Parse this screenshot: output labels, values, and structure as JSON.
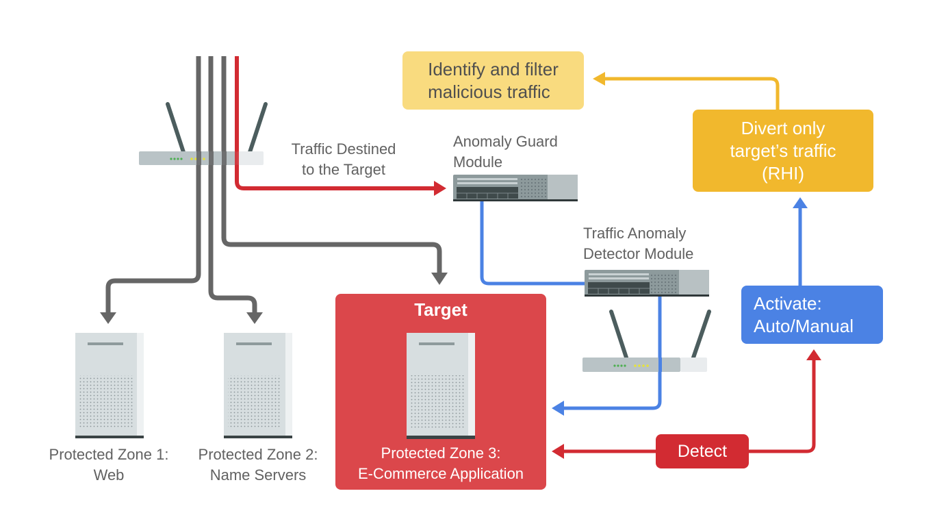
{
  "diagram": {
    "colors": {
      "wire_gray": "#666666",
      "attack_red": "#d22b32",
      "clean_blue": "#4b82e4",
      "divert_yellow": "#f1b82d",
      "filter_yellow": "#f9db7f",
      "target_red": "#db474b"
    },
    "labels": {
      "traffic_destined": [
        "Traffic Destined",
        "to the Target"
      ],
      "anomaly_guard": [
        "Anomaly Guard",
        "Module"
      ],
      "traffic_anomaly_detector": [
        "Traffic Anomaly",
        "Detector Module"
      ],
      "zone1": [
        "Protected Zone 1:",
        "Web"
      ],
      "zone2": [
        "Protected Zone 2:",
        "Name Servers"
      ]
    },
    "boxes": {
      "filter": [
        "Identify and filter",
        "malicious traffic"
      ],
      "divert": [
        "Divert only",
        "target’s traffic",
        "(RHI)"
      ],
      "activate": [
        "Activate:",
        "Auto/Manual"
      ],
      "detect": "Detect",
      "target_title": "Target",
      "target_zone": [
        "Protected Zone 3:",
        "E-Commerce Application"
      ]
    },
    "icons": {
      "router_top": "wifi-router-icon",
      "router_bottom": "wifi-router-icon",
      "guard_module": "network-switch-icon",
      "detector_module": "network-switch-icon",
      "server": "server-tower-icon"
    }
  }
}
